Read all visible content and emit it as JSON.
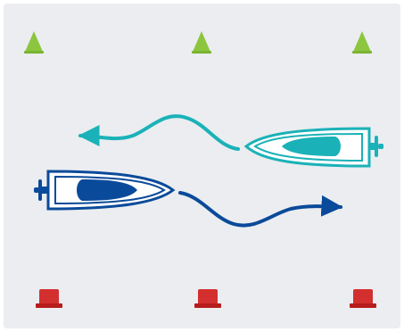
{
  "diagram": {
    "background_color": "#ebedf0",
    "upper_markers": {
      "count": 3,
      "shape": "cone",
      "color": "#8cc63f"
    },
    "lower_markers": {
      "count": 3,
      "shape": "cylinder-buoy",
      "color": "#d32f2f"
    },
    "boats": [
      {
        "role": "upper-boat",
        "heading": "left",
        "hull_color": "#1ab2b8",
        "wake_color": "#1ab2b8"
      },
      {
        "role": "lower-boat",
        "heading": "right",
        "hull_color": "#0a4a9a",
        "wake_color": "#0a4a9a"
      }
    ]
  }
}
